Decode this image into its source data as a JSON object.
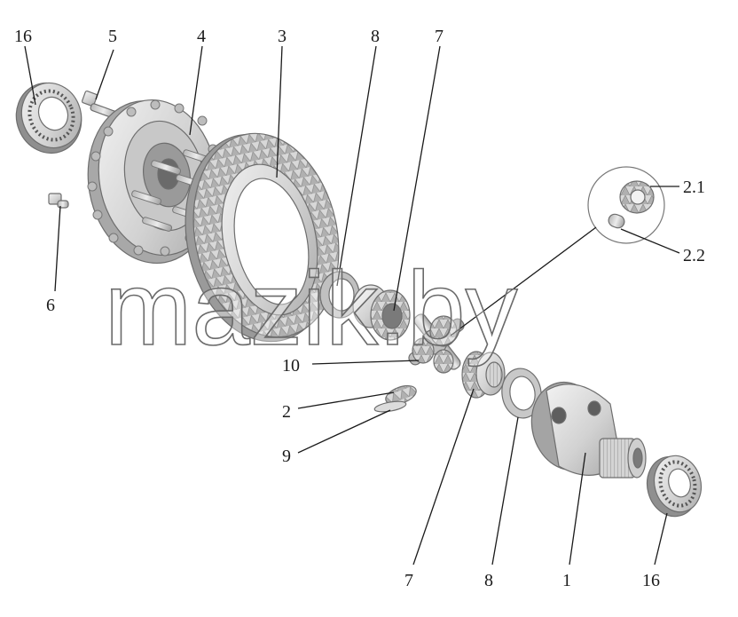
{
  "watermark": "mazik.by",
  "callouts": {
    "c16_top": "16",
    "c5": "5",
    "c4": "4",
    "c3": "3",
    "c8_top": "8",
    "c7_top": "7",
    "c2_1": "2.1",
    "c2_2": "2.2",
    "c6": "6",
    "c10": "10",
    "c2": "2",
    "c9": "9",
    "c7_bottom": "7",
    "c8_bottom": "8",
    "c1": "1",
    "c16_bottom": "16"
  },
  "colors": {
    "metal_light": "#e6e6e6",
    "metal_mid": "#cfcfcf",
    "metal_dark": "#9c9c9c",
    "ink": "#1a1a1a"
  }
}
